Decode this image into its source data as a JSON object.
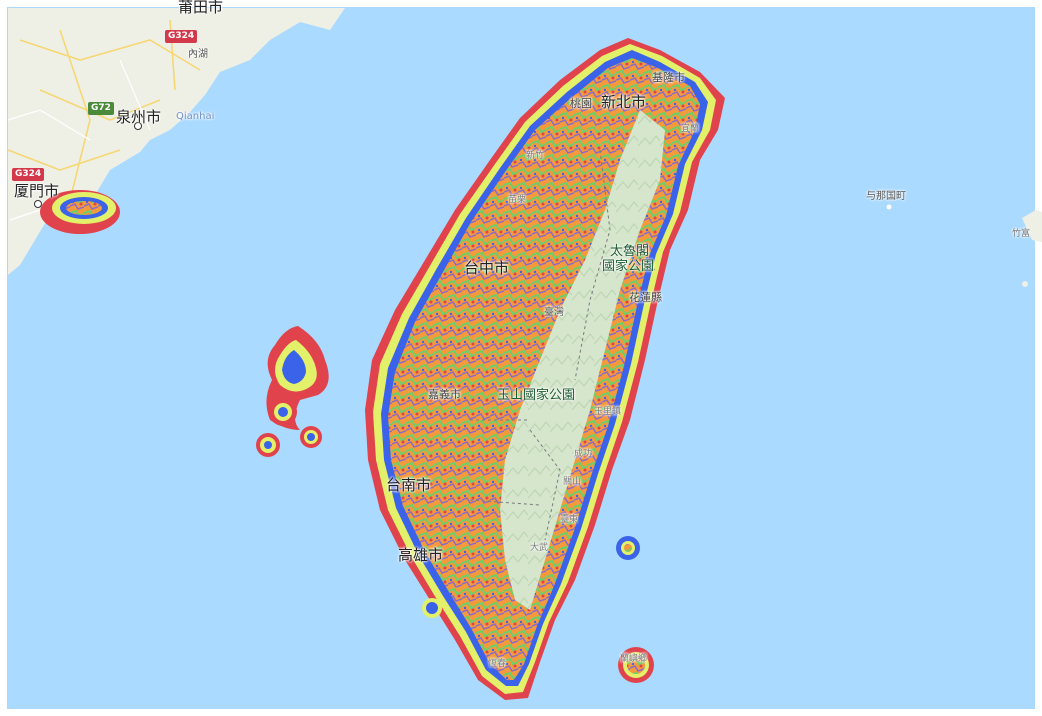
{
  "colors": {
    "sea": "#aadaff",
    "land_base": "#e6ecd6",
    "mountain": "#cfe3c6",
    "coverage_red": "#e0434b",
    "coverage_yellow": "#e3f06a",
    "coverage_blue": "#3b63ea",
    "coverage_orange": "#f59a3c",
    "coverage_green": "#6ccf6a",
    "coverage_purple": "#8a6acb"
  },
  "labels": {
    "putian": "莆田市",
    "quanzhou": "泉州市",
    "qianhai": "Qianhai",
    "xiamen": "厦門市",
    "keelung": "基隆市",
    "taoyuan": "桃園",
    "new_taipei": "新北市",
    "yonaguni": "与那国町",
    "taichung": "台中市",
    "taroko_1": "太魯閣",
    "taroko_2": "國家公園",
    "hualien": "花蓮縣",
    "taiwan": "臺灣",
    "chiayi": "嘉義市",
    "yushan": "玉山國家公園",
    "yuli": "玉里鎮",
    "tainan": "台南市",
    "kaohsiung": "高雄市",
    "neihu": "內湖",
    "taketomi": "竹富",
    "yilan": "宜蘭",
    "hsinchu": "新竹",
    "miaoli": "苗栗",
    "chenggong": "成功",
    "guanshan": "關山",
    "taitung": "臺東",
    "dawu": "大武",
    "hengchun": "恆春",
    "lanyu": "蘭嶼鄉"
  },
  "shields": {
    "g324_top": "G324",
    "g72": "G72",
    "g324_left": "G324"
  }
}
